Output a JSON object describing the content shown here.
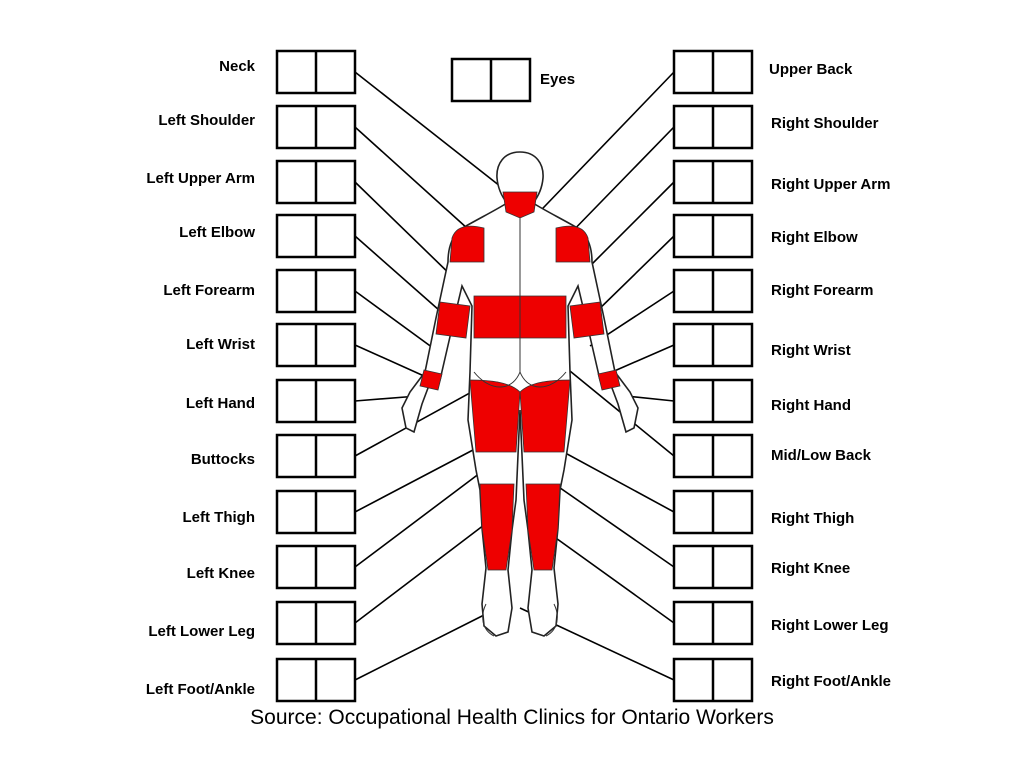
{
  "colors": {
    "highlight": "#ee0000",
    "line": "#000000",
    "background": "#ffffff"
  },
  "eyes": {
    "label": "Eyes"
  },
  "left_labels": [
    "Neck",
    "Left Shoulder",
    "Left Upper Arm",
    "Left Elbow",
    "Left Forearm",
    "Left Wrist",
    "Left Hand",
    "Buttocks",
    "Left Thigh",
    "Left Knee",
    "Left Lower Leg",
    "Left Foot/Ankle"
  ],
  "right_labels": [
    "Upper Back",
    "Right Shoulder",
    "Right Upper Arm",
    "Right Elbow",
    "Right Forearm",
    "Right Wrist",
    "Right Hand",
    "Mid/Low Back",
    "Right Thigh",
    "Right Knee",
    "Right Lower Leg",
    "Right Foot/Ankle"
  ],
  "source": "Source: Occupational Health Clinics for Ontario Workers"
}
